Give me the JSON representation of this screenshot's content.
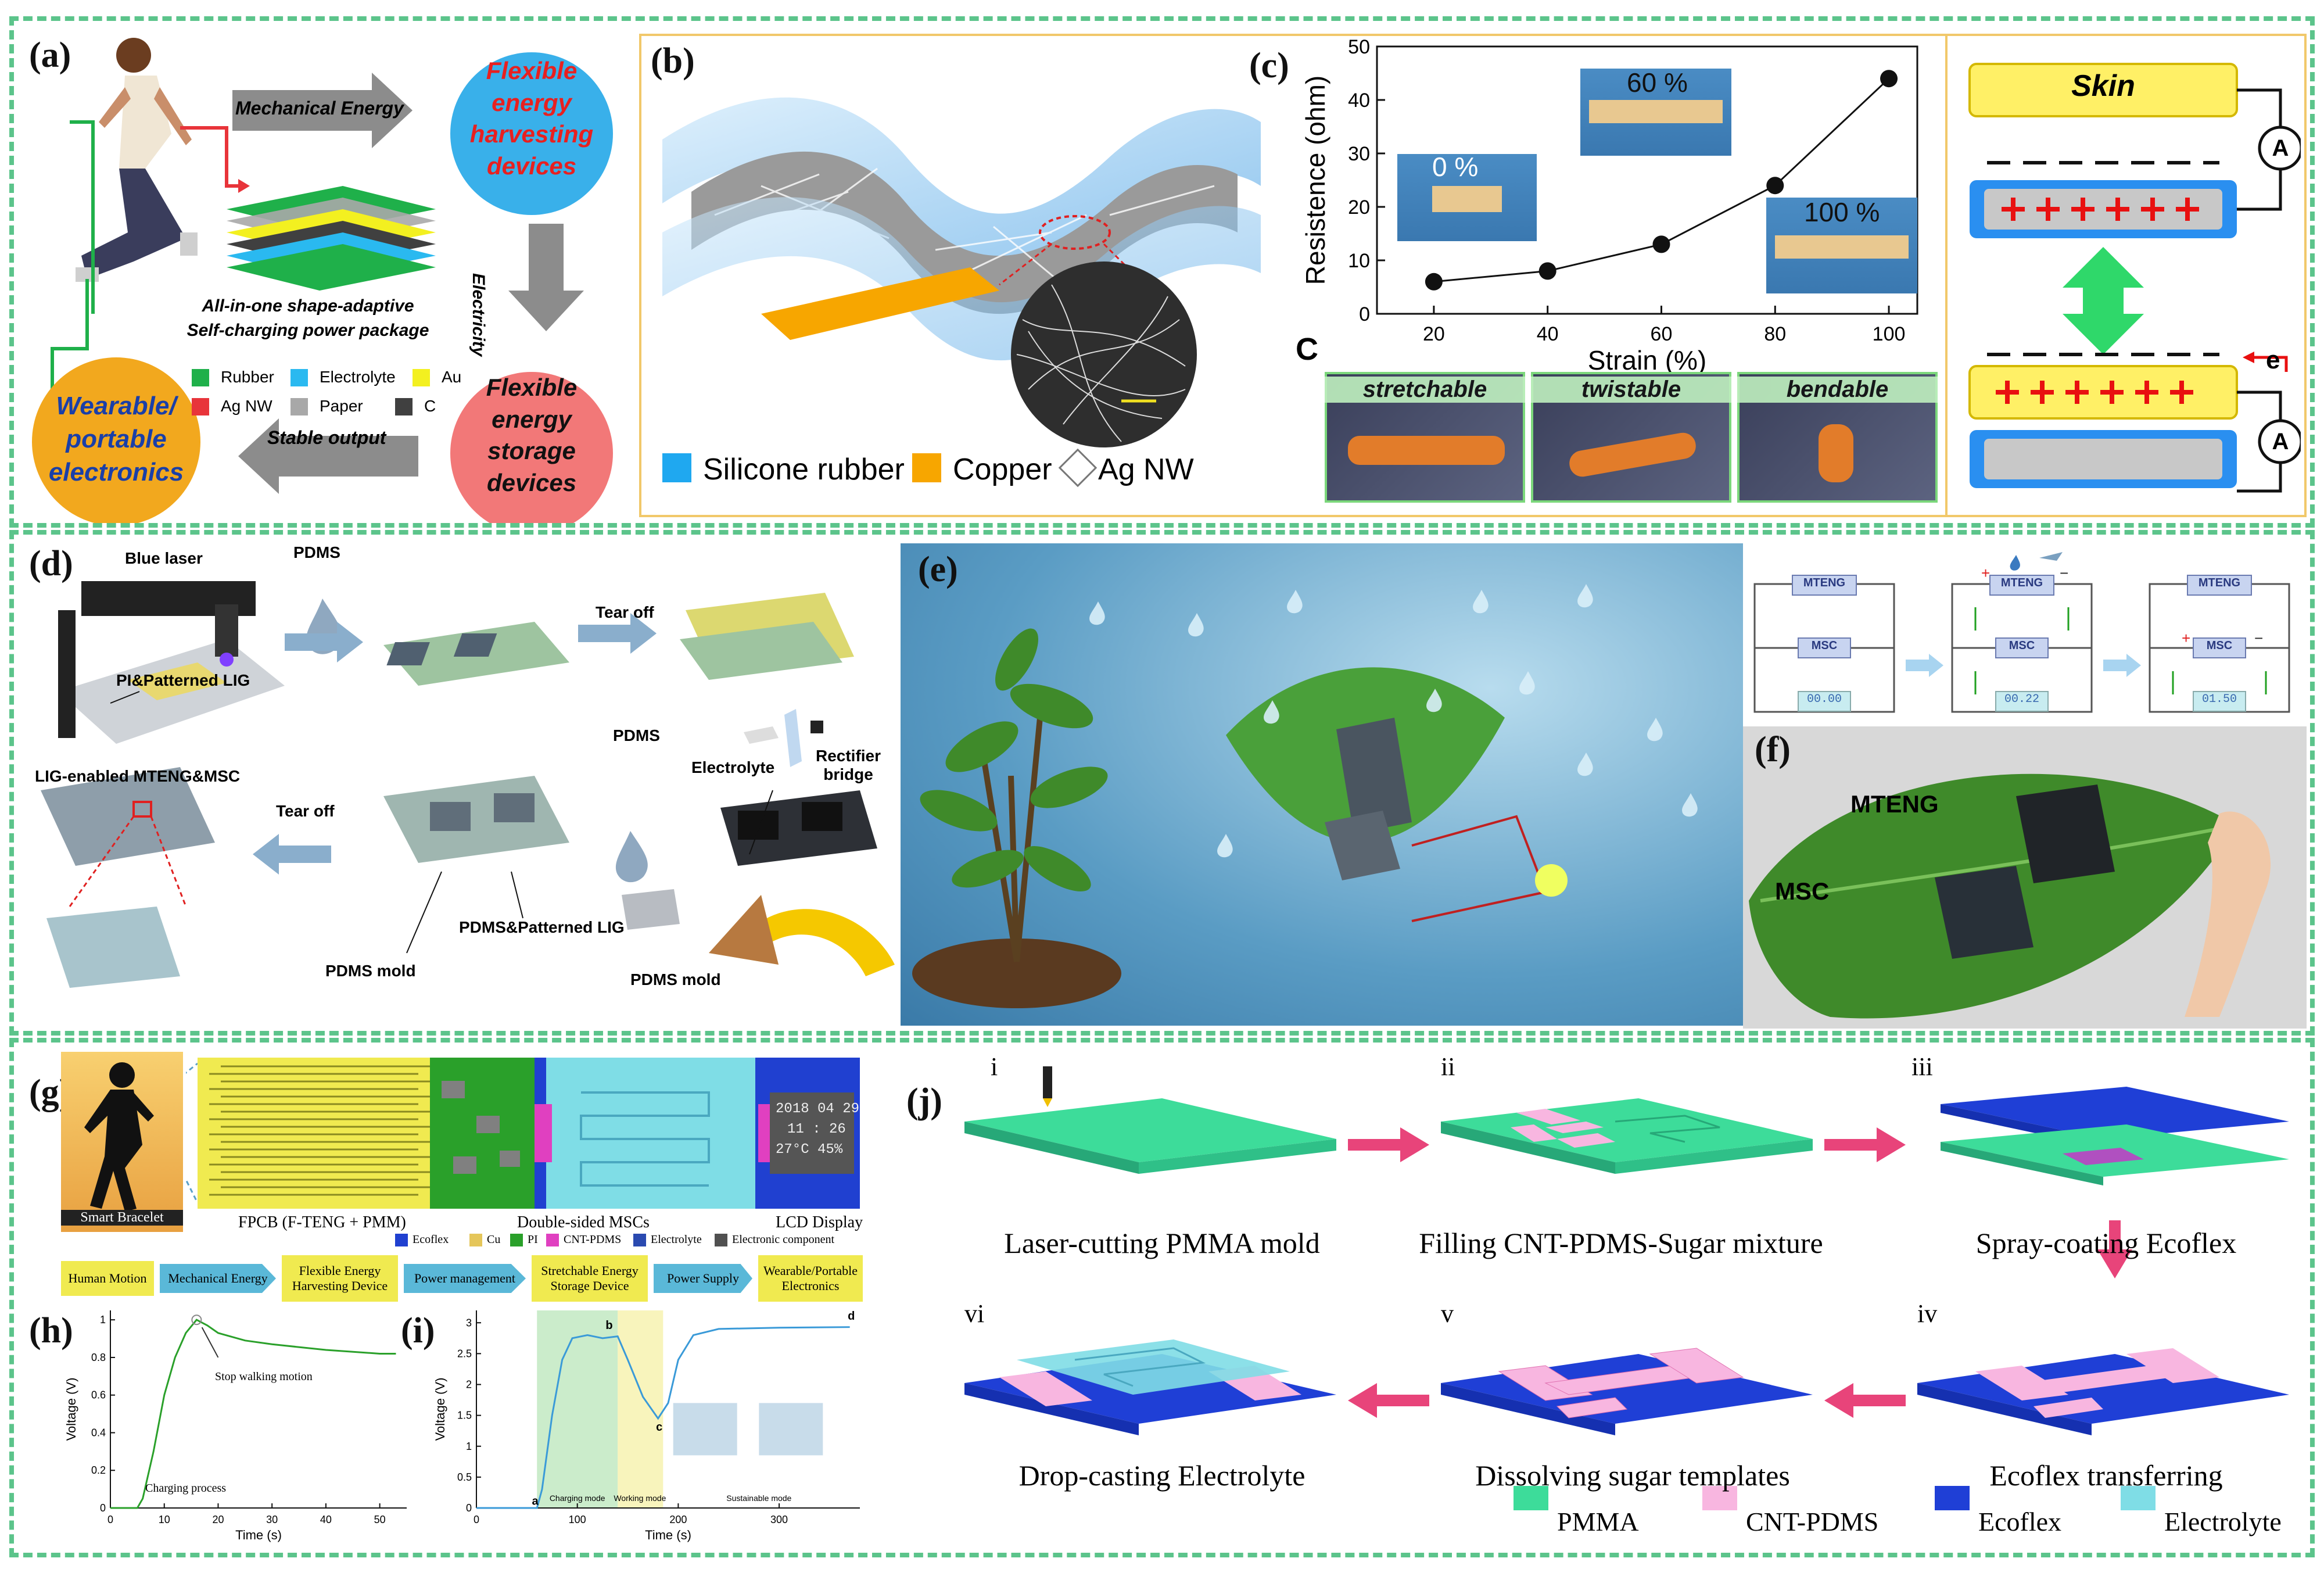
{
  "panel_labels": {
    "a": "(a)",
    "b": "(b)",
    "c": "(c)",
    "d": "(d)",
    "e": "(e)",
    "f": "(f)",
    "g": "(g)",
    "h": "(h)",
    "i": "(i)",
    "j": "(j)",
    "c_inset": "C"
  },
  "colors": {
    "border": "#5cc48b",
    "orange": "#f7a600",
    "pink_arrow": "#e8447a",
    "pmma": "#3ddc9a",
    "cnt": "#f8b6e0",
    "ecoflex": "#1f3fd6",
    "electrolyte": "#7fdde6"
  },
  "panel_a": {
    "arrow_mechanical": "Mechanical Energy",
    "arrow_electricity": "Electricity",
    "arrow_stable": "Stable output",
    "circle_harvest": "Flexible energy harvesting devices",
    "circle_storage": "Flexible energy storage devices",
    "circle_wearable": "Wearable/ portable electronics",
    "package_line1": "All-in-one shape-adaptive",
    "package_line2": "Self-charging power package",
    "legend": [
      {
        "name": "Rubber",
        "color": "#1fb04a"
      },
      {
        "name": "Electrolyte",
        "color": "#2ab9f0"
      },
      {
        "name": "Au",
        "color": "#f3f020"
      },
      {
        "name": "Ag NW",
        "color": "#e8343a"
      },
      {
        "name": "Paper",
        "color": "#a8a8a8"
      },
      {
        "name": "C",
        "color": "#404040"
      }
    ]
  },
  "panel_b": {
    "legend": [
      {
        "name": "Silicone rubber",
        "color": "#1fa8f0"
      },
      {
        "name": "Copper",
        "color": "#f7a600"
      },
      {
        "name": "Ag NW",
        "color": "#ffffff"
      }
    ]
  },
  "chart_data": {
    "type": "line",
    "x": [
      20,
      40,
      60,
      80,
      100
    ],
    "y": [
      6,
      8,
      13,
      24,
      44
    ],
    "xlabel": "Strain (%)",
    "ylabel": "Resistence (ohm)",
    "xlim": [
      10,
      105
    ],
    "ylim": [
      0,
      50
    ],
    "xticks": [
      20,
      40,
      60,
      80,
      100
    ],
    "yticks": [
      0,
      10,
      20,
      30,
      40,
      50
    ],
    "insets": [
      "0 %",
      "60 %",
      "100 %"
    ]
  },
  "panel_c_photos": [
    "stretchable",
    "twistable",
    "bendable"
  ],
  "panel_skin": {
    "skin": "Skin",
    "meter": "A",
    "electron": "e"
  },
  "panel_d": {
    "blue_laser": "Blue laser",
    "pdms_top": "PDMS",
    "pi_lig": "PI&Patterned LIG",
    "tear_off_top": "Tear off",
    "pdms_mid": "PDMS",
    "electrolyte": "Electrolyte",
    "rectifier": "Rectifier bridge",
    "lig_enabled": "LIG-enabled MTENG&MSC",
    "tear_off_bottom": "Tear off",
    "pdms_lig": "PDMS&Patterned LIG",
    "pdms_mold_left": "PDMS mold",
    "pdms_mold_right": "PDMS mold"
  },
  "panel_e_circuit": {
    "mteng": "MTENG",
    "msc": "MSC",
    "readouts": [
      "00.00",
      "00.22",
      "01.50"
    ]
  },
  "panel_f": {
    "mteng": "MTENG",
    "msc": "MSC"
  },
  "panel_g": {
    "smart_bracelet": "Smart Bracelet",
    "fpcb": "FPCB (F-TENG + PMM)",
    "double_msc": "Double-sided MSCs",
    "lcd": "LCD Display",
    "lcd_date": "2018 04 29",
    "lcd_time": "11 : 26",
    "lcd_temp": "27°C 45%",
    "legend": [
      {
        "name": "Ecoflex",
        "color": "#2040d0"
      },
      {
        "name": "Cu",
        "color": "#e5c65a"
      },
      {
        "name": "PI",
        "color": "#2aa02a"
      },
      {
        "name": "CNT-PDMS",
        "color": "#e040c0"
      },
      {
        "name": "Electrolyte",
        "color": "#2a4ab0"
      },
      {
        "name": "Electronic component",
        "color": "#505050"
      }
    ],
    "flow": [
      "Human Motion",
      "Mechanical Energy",
      "Flexible Energy Harvesting Device",
      "Power management",
      "Stretchable Energy Storage Device",
      "Power Supply",
      "Wearable/Portable Electronics"
    ]
  },
  "panel_h": {
    "ylabel": "Voltage (V)",
    "xlabel": "Time (s)",
    "xticks": [
      0,
      10,
      20,
      30,
      40,
      50
    ],
    "yticks": [
      "0",
      "0.2",
      "0.4",
      "0.6",
      "0.8",
      "1"
    ],
    "annot_stop": "Stop walking motion",
    "annot_charging": "Charging process"
  },
  "panel_i": {
    "ylabel": "Voltage (V)",
    "xlabel": "Time (s)",
    "xticks": [
      0,
      100,
      200,
      300
    ],
    "yticks": [
      "0",
      "0.5",
      "1",
      "1.5",
      "2",
      "2.5",
      "3"
    ],
    "pts": [
      "a",
      "b",
      "c",
      "d"
    ],
    "modes": [
      "Charging mode",
      "Working mode",
      "Sustainable mode"
    ]
  },
  "panel_j": {
    "steps": [
      {
        "num": "i",
        "caption": "Laser-cutting PMMA mold"
      },
      {
        "num": "ii",
        "caption": "Filling CNT-PDMS-Sugar mixture"
      },
      {
        "num": "iii",
        "caption": "Spray-coating Ecoflex"
      },
      {
        "num": "iv",
        "caption": "Ecoflex transferring"
      },
      {
        "num": "v",
        "caption": "Dissolving sugar templates"
      },
      {
        "num": "vi",
        "caption": "Drop-casting Electrolyte"
      }
    ],
    "legend": [
      {
        "name": "PMMA",
        "color": "#3ddc9a"
      },
      {
        "name": "CNT-PDMS",
        "color": "#f8b6e0"
      },
      {
        "name": "Ecoflex",
        "color": "#1f3fd6"
      },
      {
        "name": "Electrolyte",
        "color": "#7fdde6"
      }
    ]
  }
}
